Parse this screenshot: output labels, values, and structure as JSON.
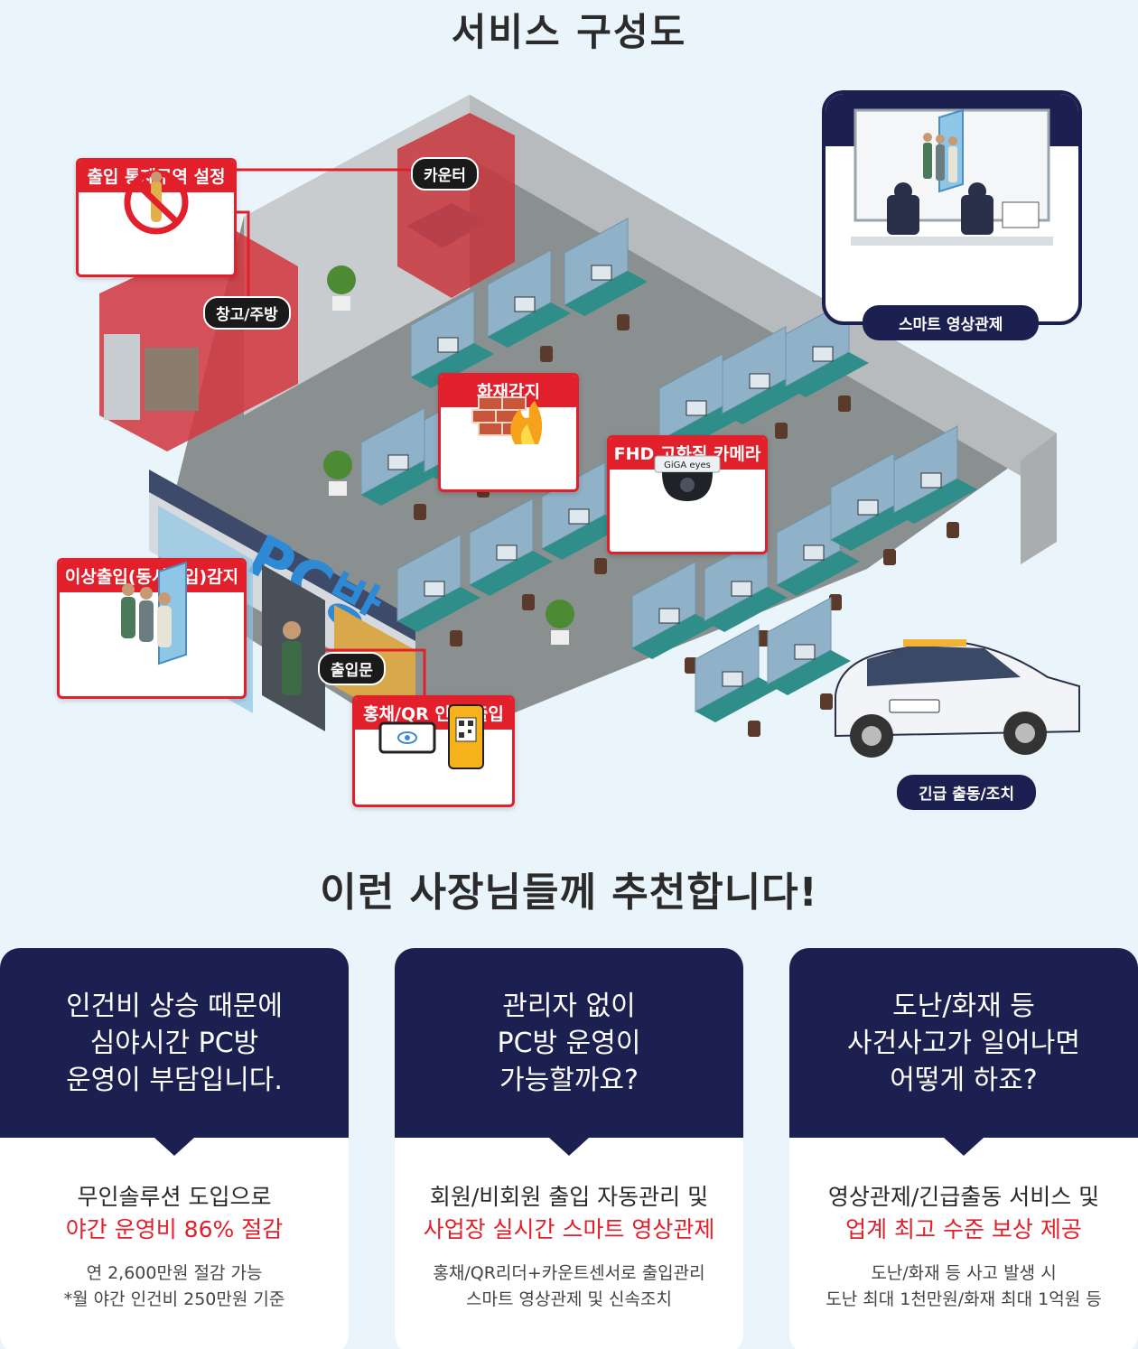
{
  "title1": "서비스 구성도",
  "title2": "이런 사장님들께 추천합니다!",
  "scene": {
    "labels": {
      "access_zone": "출입 통제구역 설정",
      "counter": "카운터",
      "storage": "창고/주방",
      "fire": "화재감지",
      "camera": "FHD 고화질 카메라",
      "abnormal": "이상출입(동시출입)감지",
      "entrance": "출입문",
      "qr": "홍채/QR 인증 출입",
      "emergency": "긴급 출동/조치",
      "sign": "PC방",
      "camera_brand": "GiGA eyes"
    },
    "kt_panel": {
      "title": "KT텔레캅 관제센터",
      "footer": "스마트 영상관제"
    }
  },
  "cards": [
    {
      "top": [
        "인건비 상승 때문에",
        "심야시간 PC방",
        "운영이 부담입니다."
      ],
      "main": "무인솔루션 도입으로",
      "highlight": "야간 운영비 86% 절감",
      "sub": [
        "연 2,600만원 절감 가능",
        "*월 야간 인건비 250만원 기준"
      ]
    },
    {
      "top": [
        "관리자 없이",
        "PC방 운영이",
        "가능할까요?"
      ],
      "main": "회원/비회원 출입 자동관리 및",
      "highlight": "사업장 실시간 스마트 영상관제",
      "sub": [
        "홍채/QR리더+카운트센서로 출입관리",
        "스마트 영상관제 및 신속조치"
      ]
    },
    {
      "top": [
        "도난/화재 등",
        "사건사고가 일어나면",
        "어떻게 하죠?"
      ],
      "main": "영상관제/긴급출동 서비스 및",
      "highlight": "업계 최고 수준 보상 제공",
      "sub": [
        "도난/화재 등 사고 발생 시",
        "도난 최대 1천만원/화재 최대 1억원 등"
      ]
    }
  ],
  "colors": {
    "navy": "#1c2050",
    "red": "#e2202b",
    "background": "#eaf4fb"
  }
}
